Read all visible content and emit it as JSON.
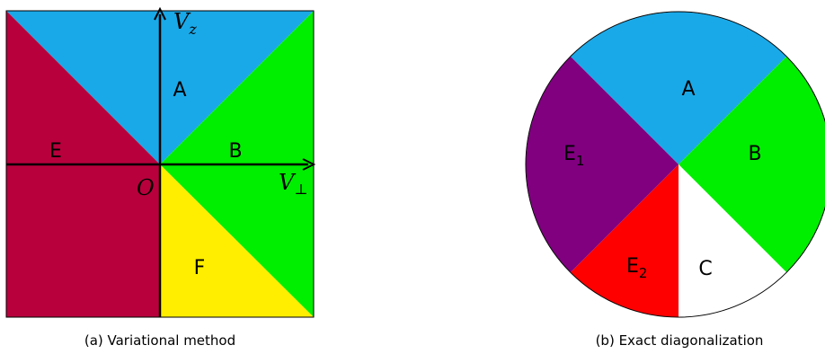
{
  "panel_a": {
    "caption": "(a) Variational method",
    "axis_vertical": {
      "symbol": "V",
      "subscript": "z"
    },
    "axis_horizontal": {
      "symbol": "V",
      "subscript": "⊥"
    },
    "origin_label": "O",
    "regions": {
      "A": {
        "label": "A",
        "color": "#1aa9e8"
      },
      "B": {
        "label": "B",
        "color": "#00ee00"
      },
      "E": {
        "label": "E",
        "color": "#b8003c"
      },
      "F": {
        "label": "F",
        "color": "#ffee00"
      }
    }
  },
  "panel_b": {
    "caption": "(b) Exact diagonalization",
    "regions": {
      "A": {
        "label": "A",
        "color": "#1aa9e8"
      },
      "B": {
        "label": "B",
        "color": "#00ee00"
      },
      "C": {
        "label": "C",
        "color": "#ffffff"
      },
      "E1": {
        "label": "E",
        "subscript": "1",
        "color": "#800080"
      },
      "E2": {
        "label": "E",
        "subscript": "2",
        "color": "#ff0000"
      }
    }
  }
}
